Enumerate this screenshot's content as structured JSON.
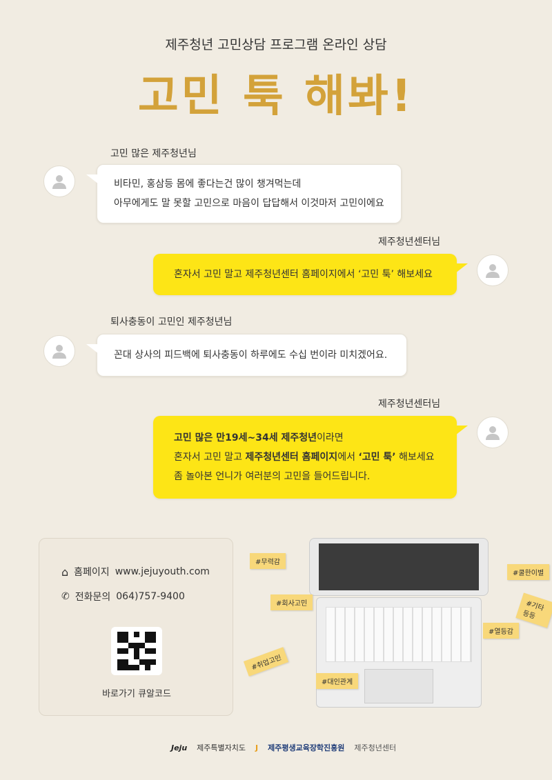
{
  "header": {
    "subtitle": "제주청년 고민상담 프로그램 온라인 상담",
    "title": "고민 툭 해봐!"
  },
  "chat": [
    {
      "sender": "고민 많은 제주청년님",
      "lines": [
        "비타민, 홍삼등 몸에 좋다는건 많이 챙겨먹는데",
        "아무에게도 말 못할 고민으로 마음이 답답해서 이것마저 고민이에요"
      ]
    },
    {
      "sender": "제주청년센터님",
      "lines": [
        "혼자서 고민 말고 제주청년센터 홈페이지에서 ‘고민 툭’ 해보세요"
      ]
    },
    {
      "sender": "퇴사충동이 고민인 제주청년님",
      "lines": [
        "꼰대 상사의 피드백에 퇴사충동이 하루에도 수십 번이라 미치겠어요."
      ]
    },
    {
      "sender": "제주청년센터님",
      "rich": {
        "l1b": "고민 많은 만19세~34세 제주청년",
        "l1": "이라면",
        "l2a": "혼자서 고민 말고 ",
        "l2b": "제주청년센터 홈페이지",
        "l2c": "에서 ",
        "l2d": "‘고민 툭’",
        "l2e": " 해보세요",
        "l3": "좀 놀아본 언니가 여러분의 고민을 들어드립니다."
      }
    }
  ],
  "contact": {
    "homepage_label": "홈페이지",
    "homepage": "www.jejuyouth.com",
    "phone_label": "전화문의",
    "phone": "064)757-9400",
    "qr_label": "바로가기 큐알코드"
  },
  "tags": [
    "#무력감",
    "#쿨한이별",
    "#회사고민",
    "#기타등등",
    "#열등감",
    "#취업고민",
    "#대인관계"
  ],
  "footer": {
    "org1": "제주특별자치도",
    "org1_logo": "Jeju",
    "org2": "제주평생교육장학진흥원",
    "org3": "제주청년센터"
  },
  "colors": {
    "title": "#d3a23a",
    "bubble_yellow": "#fde516",
    "background": "#f1ece2"
  }
}
